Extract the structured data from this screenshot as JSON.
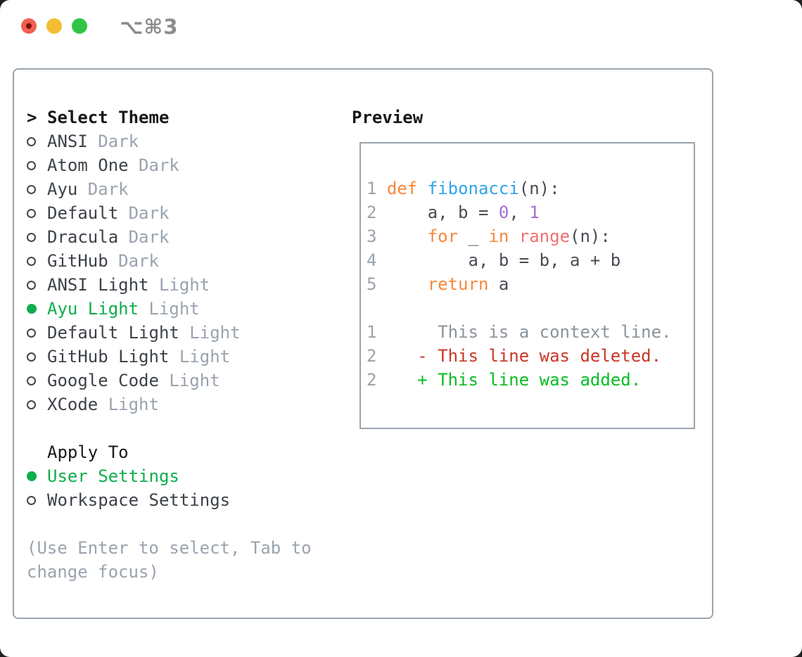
{
  "window": {
    "title": "⌥⌘3",
    "traffic_lights": [
      {
        "name": "close-button",
        "color_key": "traffic_red",
        "has_dot": true
      },
      {
        "name": "minimize-button",
        "color_key": "traffic_yellow",
        "has_dot": false
      },
      {
        "name": "zoom-button",
        "color_key": "traffic_green",
        "has_dot": false
      }
    ]
  },
  "theme_list": {
    "prompt": ">",
    "header": "Select Theme",
    "items": [
      {
        "name": "ANSI",
        "tag": "Dark",
        "selected": false
      },
      {
        "name": "Atom One",
        "tag": "Dark",
        "selected": false
      },
      {
        "name": "Ayu",
        "tag": "Dark",
        "selected": false
      },
      {
        "name": "Default",
        "tag": "Dark",
        "selected": false
      },
      {
        "name": "Dracula",
        "tag": "Dark",
        "selected": false
      },
      {
        "name": "GitHub",
        "tag": "Dark",
        "selected": false
      },
      {
        "name": "ANSI Light",
        "tag": "Light",
        "selected": false
      },
      {
        "name": "Ayu Light",
        "tag": "Light",
        "selected": true
      },
      {
        "name": "Default Light",
        "tag": "Light",
        "selected": false
      },
      {
        "name": "GitHub Light",
        "tag": "Light",
        "selected": false
      },
      {
        "name": "Google Code",
        "tag": "Light",
        "selected": false
      },
      {
        "name": "XCode",
        "tag": "Light",
        "selected": false
      }
    ]
  },
  "apply_to": {
    "header": "Apply To",
    "options": [
      {
        "label": "User Settings",
        "selected": true
      },
      {
        "label": "Workspace Settings",
        "selected": false
      }
    ]
  },
  "help_text": "(Use Enter to select, Tab to change focus)",
  "preview": {
    "label": "Preview",
    "code_lines": [
      {
        "num": "1",
        "tokens": [
          {
            "text": "def",
            "style": "keyword"
          },
          {
            "text": " ",
            "style": "plain"
          },
          {
            "text": "fibonacci",
            "style": "function"
          },
          {
            "text": "(n):",
            "style": "plain"
          }
        ]
      },
      {
        "num": "2",
        "tokens": [
          {
            "text": "    a, b = ",
            "style": "plain"
          },
          {
            "text": "0",
            "style": "number"
          },
          {
            "text": ", ",
            "style": "plain"
          },
          {
            "text": "1",
            "style": "number"
          }
        ]
      },
      {
        "num": "3",
        "tokens": [
          {
            "text": "    ",
            "style": "plain"
          },
          {
            "text": "for",
            "style": "keyword"
          },
          {
            "text": " _ ",
            "style": "plain"
          },
          {
            "text": "in",
            "style": "keyword"
          },
          {
            "text": " ",
            "style": "plain"
          },
          {
            "text": "range",
            "style": "builtin"
          },
          {
            "text": "(n):",
            "style": "plain"
          }
        ]
      },
      {
        "num": "4",
        "tokens": [
          {
            "text": "        a, b = b, a + b",
            "style": "plain"
          }
        ]
      },
      {
        "num": "5",
        "tokens": [
          {
            "text": "    ",
            "style": "plain"
          },
          {
            "text": "return",
            "style": "keyword"
          },
          {
            "text": " a",
            "style": "plain"
          }
        ]
      }
    ],
    "diff_lines": [
      {
        "num": "1",
        "text": "     This is a context line.",
        "kind": "context"
      },
      {
        "num": "2",
        "text": "   - This line was deleted.",
        "kind": "deleted"
      },
      {
        "num": "2",
        "text": "   + This line was added.",
        "kind": "added"
      }
    ]
  },
  "colors": {
    "accent_green": "#0ead4d",
    "border_gray": "#9ba4ae",
    "header_black": "#17191c",
    "item_text": "#3d4249",
    "muted_gray": "#9aa3ae",
    "code_plain": "#474d54",
    "code_keyword": "#f8873b",
    "code_function": "#30a4e9",
    "code_number": "#a36fd2",
    "code_builtin": "#f0716f",
    "diff_context": "#8b939c",
    "diff_deleted": "#c93726",
    "diff_added": "#09bc23",
    "traffic_red": "#f15e52",
    "traffic_yellow": "#f5bd33",
    "traffic_green": "#30c545",
    "title_gray": "#8b8b8e"
  }
}
